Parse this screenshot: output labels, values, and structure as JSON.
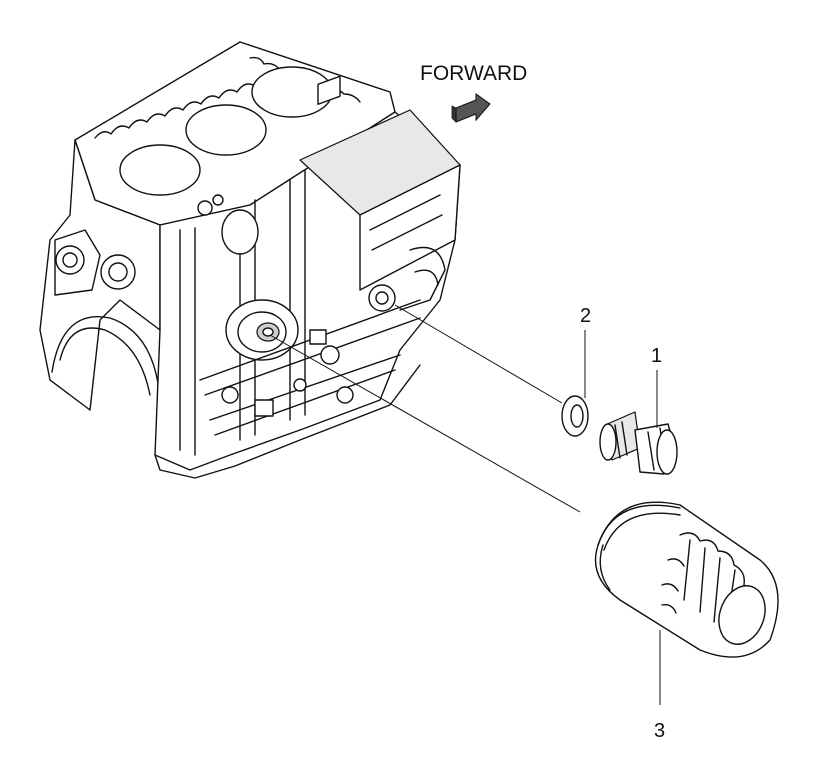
{
  "diagram": {
    "direction_label": "FORWARD",
    "callouts": [
      {
        "id": "1",
        "text": "1",
        "part": "oil-pressure-switch"
      },
      {
        "id": "2",
        "text": "2",
        "part": "gasket-washer"
      },
      {
        "id": "3",
        "text": "3",
        "part": "oil-filter"
      }
    ]
  },
  "colors": {
    "line": "#111111",
    "background": "#ffffff",
    "shade": "#e8e8e8",
    "arrow": "#555555"
  }
}
